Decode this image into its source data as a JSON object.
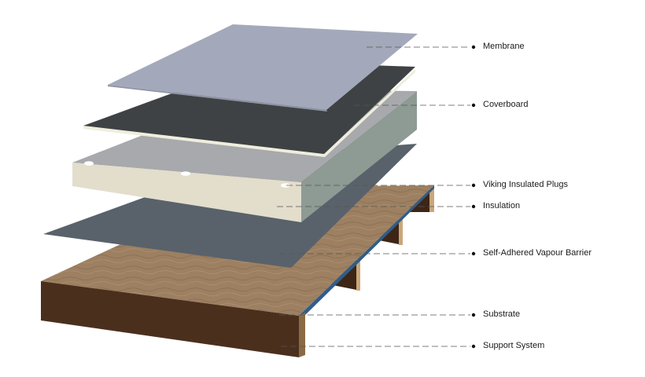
{
  "colors": {
    "membrane": "#a3a9ba",
    "coverboard": "#3f4244",
    "coverboard_edge": "#efeedd",
    "insulation_top": "#a7a9ac",
    "insulation_front": "#e3ddcc",
    "insulation_side": "#8e9a94",
    "plug": "#ffffff",
    "vapour_barrier": "#59626b",
    "substrate_top": "#9d8061",
    "support_front": "#4b2f1d",
    "joist": "#3d2616",
    "leader": "#555555"
  },
  "labels": [
    {
      "id": "membrane",
      "text": "Membrane"
    },
    {
      "id": "coverboard",
      "text": "Coverboard"
    },
    {
      "id": "plugs",
      "text": "Viking Insulated Plugs"
    },
    {
      "id": "insulation",
      "text": "Insulation"
    },
    {
      "id": "vapour-barrier",
      "text": "Self-Adhered Vapour Barrier"
    },
    {
      "id": "substrate",
      "text": "Substrate"
    },
    {
      "id": "support-system",
      "text": "Support System"
    }
  ]
}
